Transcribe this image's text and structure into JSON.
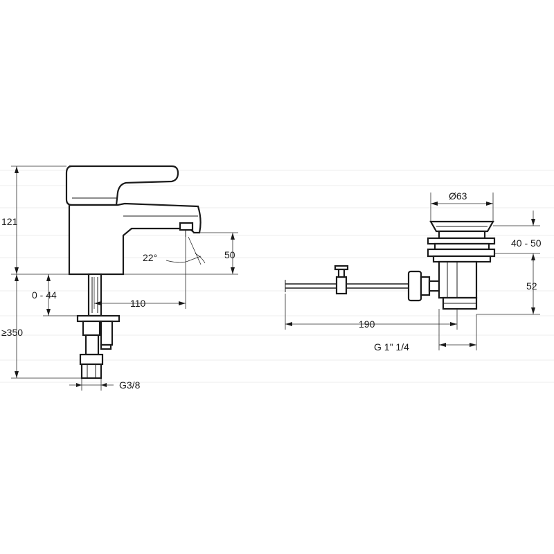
{
  "faucet": {
    "dims": {
      "total_height": "121",
      "spout_height": "50",
      "spout_angle": "22°",
      "spout_reach": "110",
      "deck_thickness": "0 - 44",
      "hose_length": "≥350",
      "connection": "G3/8"
    }
  },
  "waste": {
    "dims": {
      "diameter": "Ø63",
      "basin_thickness": "40 - 50",
      "body_height": "52",
      "rod_length": "190",
      "thread": "G 1\" 1/4"
    }
  }
}
